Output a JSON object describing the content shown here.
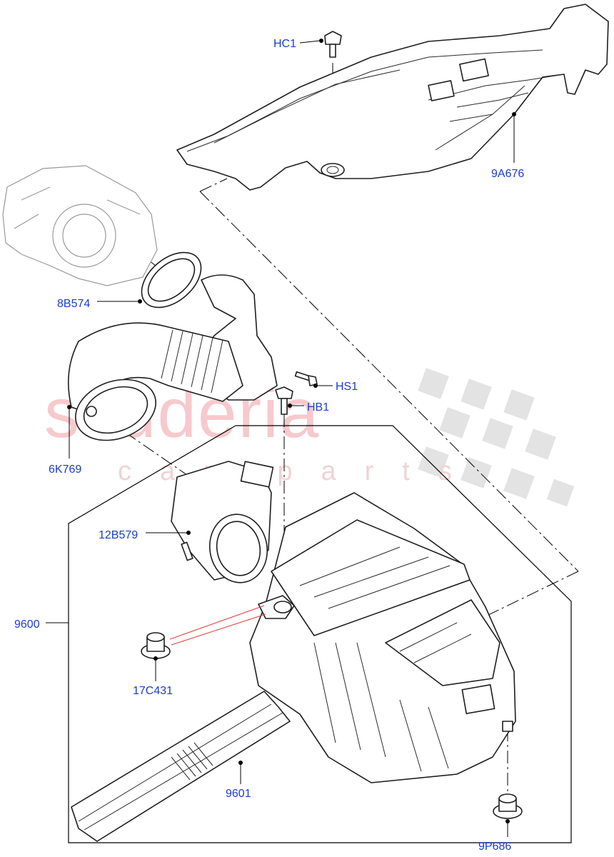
{
  "watermark": {
    "main": "scuderia",
    "sub": "car parts",
    "main_color": "#f6c9cd",
    "flag_color": "#e3e3e3"
  },
  "callout_color": "#1a3bd6",
  "callouts": {
    "hc1": "HC1",
    "p9a676": "9A676",
    "p8b574": "8B574",
    "hs1": "HS1",
    "hb1": "HB1",
    "p6k769": "6K769",
    "p12b579": "12B579",
    "p9600": "9600",
    "p17c431": "17C431",
    "p9601": "9601",
    "p9p686": "9P686"
  }
}
